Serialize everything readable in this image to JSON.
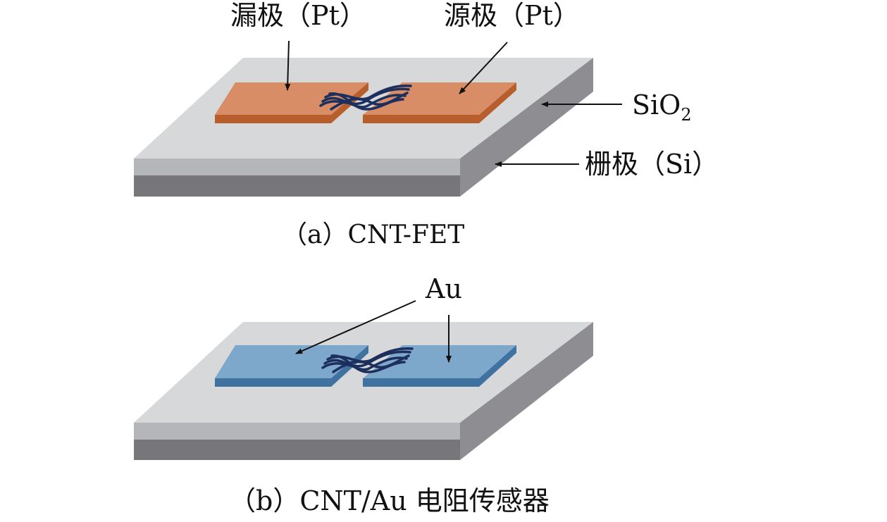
{
  "colors": {
    "substrate_top": "#d7d8da",
    "substrate_front_light": "#b5b6b9",
    "substrate_front_dark": "#77767b",
    "substrate_side": "#8e8d92",
    "pt_top": "#d88d66",
    "pt_side": "#b85d2c",
    "au_top": "#7ea7cc",
    "au_side": "#3f72a1",
    "cnt": "#1d2f5c",
    "arrow": "#111111"
  },
  "panel_a": {
    "drain_label": "漏极（Pt）",
    "source_label": "源极（Pt）",
    "oxide_label_main": "SiO",
    "oxide_label_sub": "2",
    "gate_label": "栅极（Si）",
    "caption": "（a）CNT-FET"
  },
  "panel_b": {
    "electrode_label": "Au",
    "caption": "（b）CNT/Au 电阻传感器"
  }
}
